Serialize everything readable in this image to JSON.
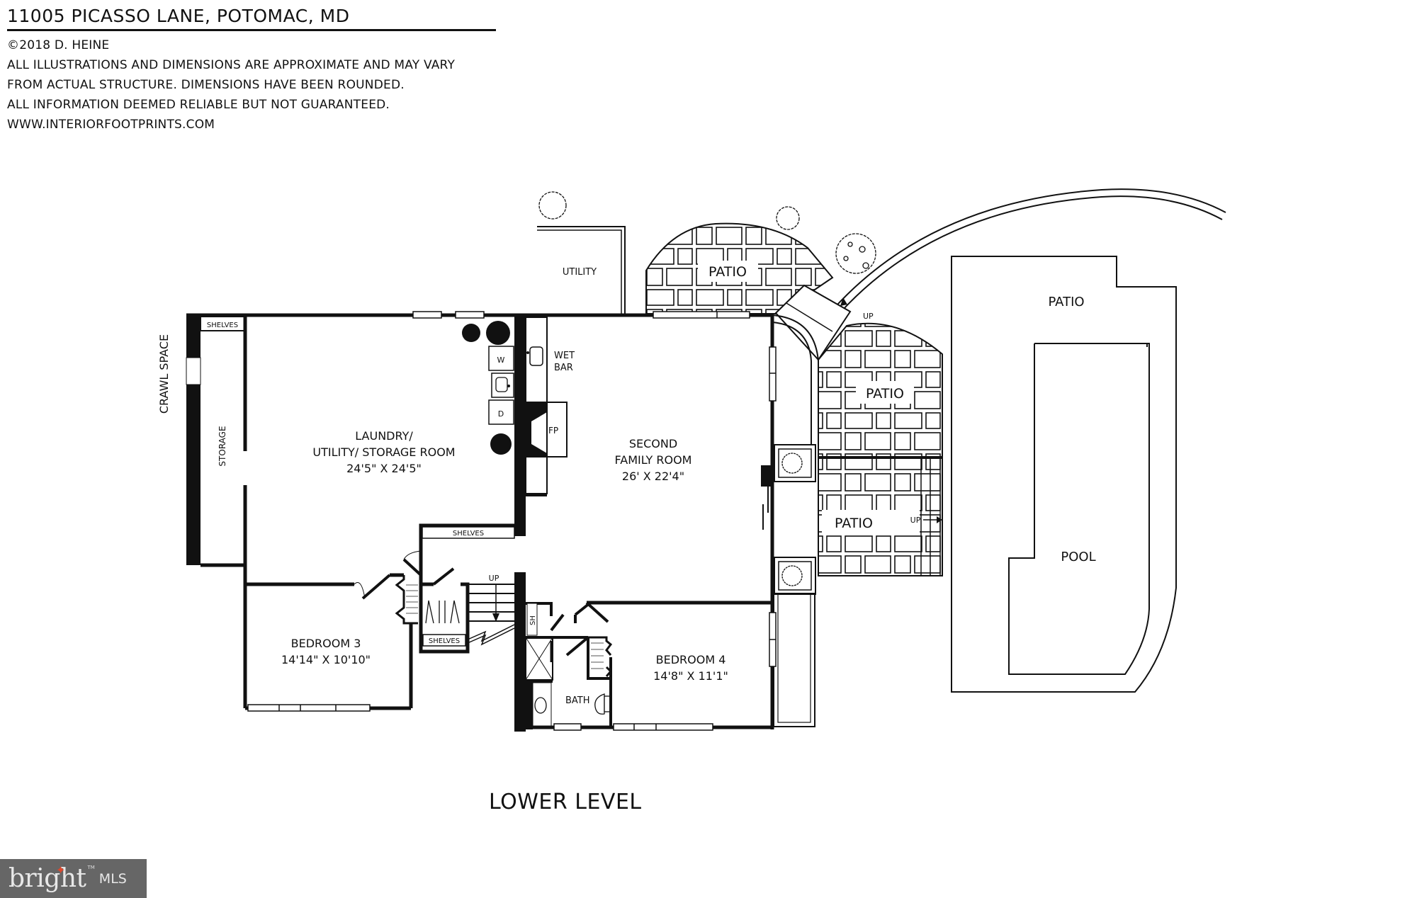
{
  "header": {
    "address": "11005 PICASSO LANE, POTOMAC, MD",
    "copyright": "©2018 D. HEINE",
    "disclaimer": [
      "ALL ILLUSTRATIONS AND DIMENSIONS ARE APPROXIMATE AND MAY VARY",
      "FROM ACTUAL STRUCTURE. DIMENSIONS HAVE BEEN ROUNDED.",
      "ALL INFORMATION DEEMED RELIABLE BUT NOT GUARANTEED."
    ],
    "website": "WWW.INTERIORFOOTPRINTS.COM"
  },
  "plan": {
    "level": "LOWER LEVEL",
    "rooms": {
      "laundry": {
        "name_line1": "LAUNDRY/",
        "name_line2": "UTILITY/ STORAGE ROOM",
        "dims": "24'5\" X 24'5\""
      },
      "family": {
        "name_line1": "SECOND",
        "name_line2": "FAMILY ROOM",
        "dims": "26' X 22'4\""
      },
      "bedroom3": {
        "name": "BEDROOM 3",
        "dims": "14'14\" X 10'10\""
      },
      "bedroom4": {
        "name": "BEDROOM 4",
        "dims": "14'8\" X 11'1\""
      },
      "bath": {
        "name": "BATH"
      }
    },
    "labels": {
      "crawl_space": "CRAWL SPACE",
      "storage": "STORAGE",
      "shelves": "SHELVES",
      "utility": "UTILITY",
      "wet_bar_1": "WET",
      "wet_bar_2": "BAR",
      "fireplace": "FP",
      "washer": "W",
      "dryer": "D",
      "sh": "SH",
      "up": "UP",
      "patio": "PATIO",
      "pool": "POOL"
    }
  },
  "branding": {
    "logo_word": "bright",
    "logo_suffix": "MLS",
    "logo_tm": "TM",
    "logo_bg": "#666666",
    "logo_accent": "#e0472b"
  }
}
